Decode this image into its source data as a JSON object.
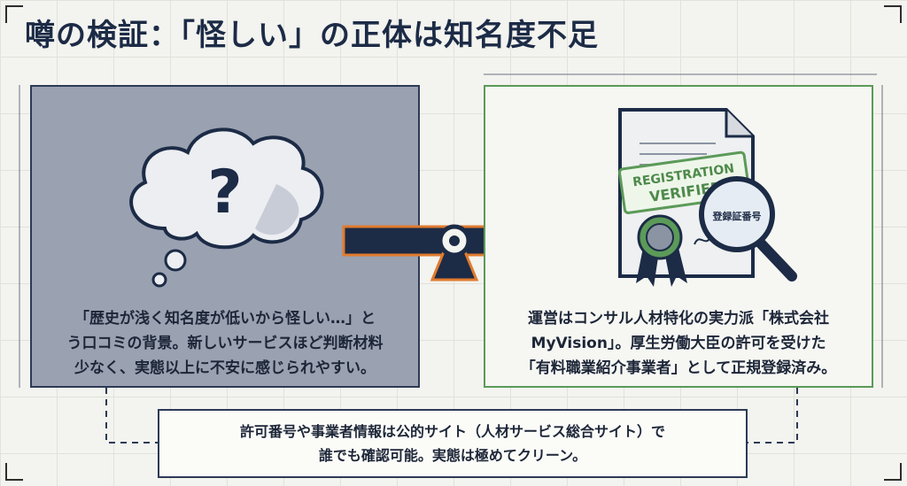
{
  "title": "噂の検証：「怪しい」の正体は知名度不足",
  "left_panel": {
    "icon": "question-cloud-icon",
    "symbol": "?",
    "lines": [
      "「歴史が浅く知名度が低いから怪しい…」と",
      "う口コミの背景。新しいサービスほど判断材料",
      "少なく、実態以上に不安に感じられやすい。"
    ]
  },
  "right_panel": {
    "icon": "certificate-document-icon",
    "stamp_line1": "REGISTRATION",
    "stamp_line2": "VERIFIED",
    "magnifier_label": "登録証番号",
    "lines": [
      "運営はコンサル人材特化の実力派「株式会社",
      "MyVision」。厚生労働大臣の許可を受けた",
      "「有料職業紹介事業者」として正規登録済み。"
    ]
  },
  "caption": {
    "line1": "許可番号や事業者情報は公的サイト（人材サービス総合サイト）で",
    "line2": "誰でも確認可能。実態は極めてクリーン。"
  },
  "colors": {
    "navy": "#1c2b46",
    "orange": "#e07b2e",
    "green": "#5b9a58",
    "panel_grey": "#9aa1b1"
  }
}
